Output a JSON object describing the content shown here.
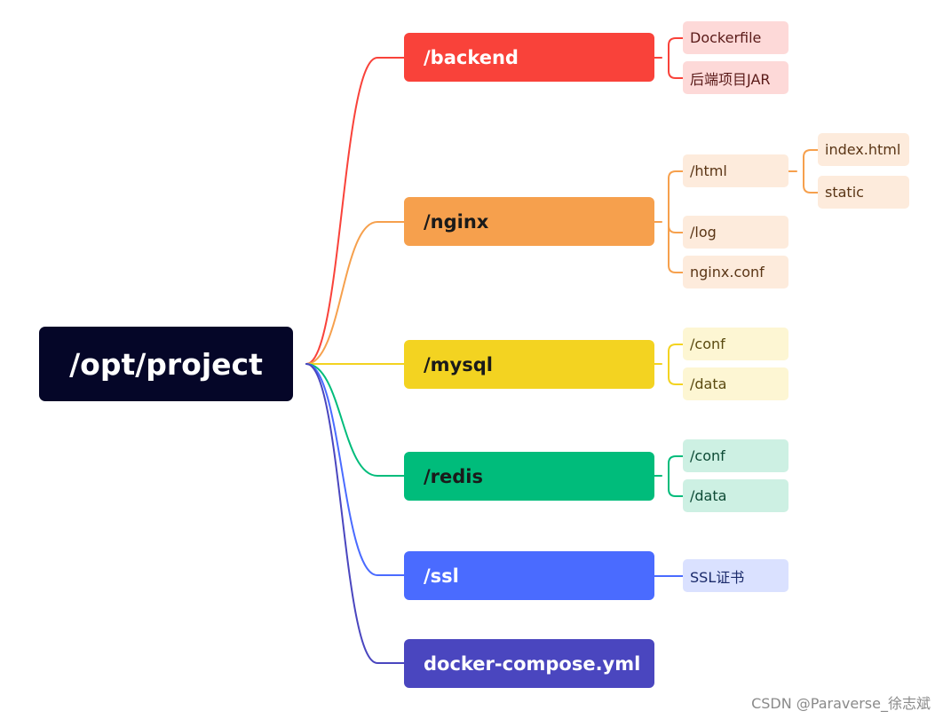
{
  "root": {
    "label": "/opt/project",
    "color": "#050628"
  },
  "branches": [
    {
      "id": "backend",
      "label": "/backend",
      "color": "#f9423a",
      "text_color": "#ffffff",
      "child_bg": "#fdd9d8",
      "child_text": "#5a1a18",
      "children": [
        {
          "label": "Dockerfile",
          "children": []
        },
        {
          "label": "后端项目JAR",
          "children": []
        }
      ]
    },
    {
      "id": "nginx",
      "label": "/nginx",
      "color": "#f6a04d",
      "text_color": "#1a1a1a",
      "child_bg": "#fdebdc",
      "child_text": "#5a3515",
      "children": [
        {
          "label": "/html",
          "children": [
            {
              "label": "index.html"
            },
            {
              "label": "static"
            }
          ]
        },
        {
          "label": "/log",
          "children": []
        },
        {
          "label": "nginx.conf",
          "children": []
        }
      ]
    },
    {
      "id": "mysql",
      "label": "/mysql",
      "color": "#f3d321",
      "text_color": "#1a1a1a",
      "child_bg": "#fdf6d3",
      "child_text": "#5a4a10",
      "children": [
        {
          "label": "/conf",
          "children": []
        },
        {
          "label": "/data",
          "children": []
        }
      ]
    },
    {
      "id": "redis",
      "label": "/redis",
      "color": "#00bc7b",
      "text_color": "#1a1a1a",
      "child_bg": "#cdf0e3",
      "child_text": "#0d4a35",
      "children": [
        {
          "label": "/conf",
          "children": []
        },
        {
          "label": "/data",
          "children": []
        }
      ]
    },
    {
      "id": "ssl",
      "label": "/ssl",
      "color": "#4a6bff",
      "text_color": "#ffffff",
      "child_bg": "#dae1ff",
      "child_text": "#1a2a6a",
      "children": [
        {
          "label": "SSL证书",
          "children": []
        }
      ]
    },
    {
      "id": "compose",
      "label": "docker-compose.yml",
      "color": "#4a46bf",
      "text_color": "#ffffff",
      "child_bg": "#ddddf5",
      "child_text": "#1a1a5a",
      "children": []
    }
  ],
  "watermark": "CSDN @Paraverse_徐志斌"
}
